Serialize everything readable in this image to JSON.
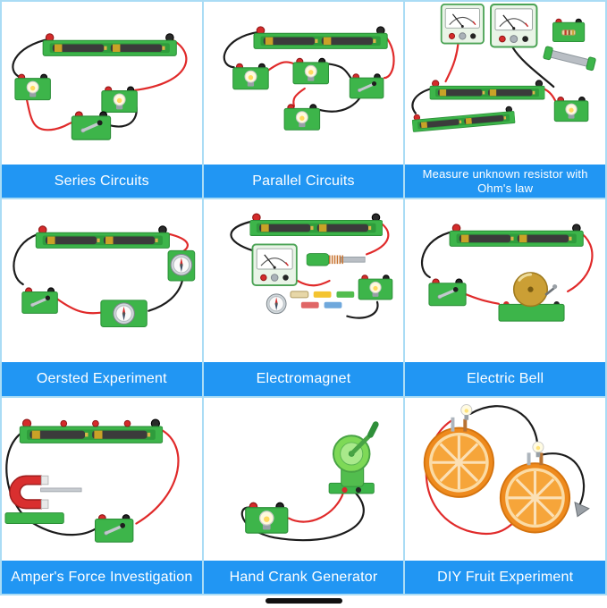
{
  "panels": [
    {
      "label": "Series Circuits"
    },
    {
      "label": "Parallel Circuits"
    },
    {
      "label": "Measure unknown resistor with Ohm's law"
    },
    {
      "label": "Oersted Experiment"
    },
    {
      "label": "Electromagnet"
    },
    {
      "label": "Electric Bell"
    },
    {
      "label": "Amper's Force Investigation"
    },
    {
      "label": "Hand Crank Generator"
    },
    {
      "label": "DIY Fruit Experiment"
    }
  ],
  "colors": {
    "banner_blue": "#2196f3",
    "grid_border": "#aadcf5",
    "board_green": "#3db54a",
    "wire_red": "#e02a2a",
    "wire_black": "#1c1c1c",
    "orange": "#ee8a1d"
  }
}
